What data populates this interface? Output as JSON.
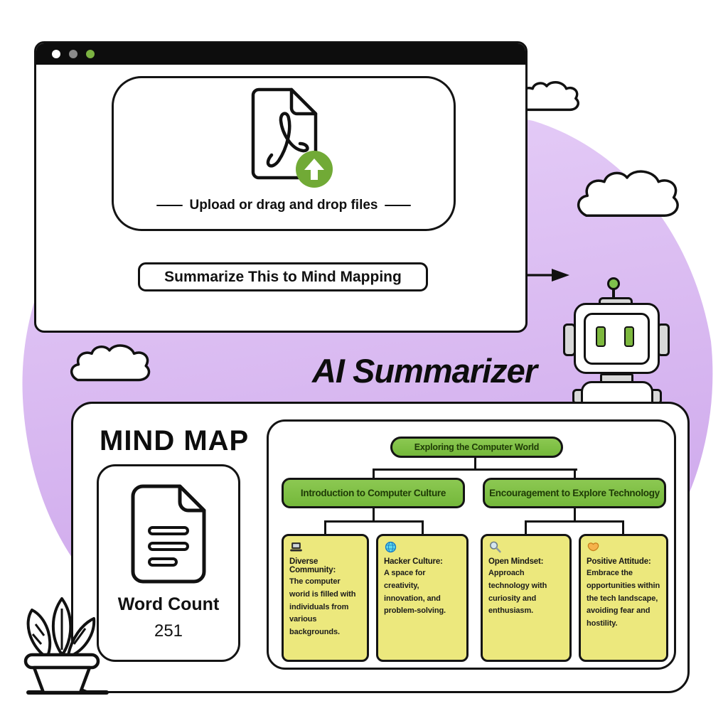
{
  "colors": {
    "blob_purple_light": "#e7d0f8",
    "blob_purple_dark": "#cda6eb",
    "node_green": "#7fc143",
    "leaf_yellow": "#ece87d",
    "accent_green": "#71aa36",
    "titlebar_black": "#0d0d0d",
    "dot_colors": [
      "#ffffff",
      "#8a8a8a",
      "#7cb342"
    ]
  },
  "browser": {
    "window_dots": [
      "white",
      "gray",
      "green"
    ],
    "upload_icon": "pdf-upload-icon",
    "upload_label": "Upload or drag and drop files",
    "button_label": "Summarize This to Mind Mapping"
  },
  "hero": {
    "title": "AI Summarizer",
    "mascot": "robot-icon"
  },
  "panel": {
    "heading": "MIND MAP",
    "word_count": {
      "icon": "document-icon",
      "label": "Word Count",
      "value": "251"
    },
    "tree": {
      "root": "Exploring the Computer World",
      "branches": [
        {
          "label": "Introduction to Computer Culture",
          "children": [
            {
              "icon": "laptop-icon",
              "title": "Diverse Community:",
              "body": "The computer worid is filled with individuals from various backgrounds."
            },
            {
              "icon": "globe-icon",
              "title": "Hacker Culture:",
              "body": "A space for creativity, innovation, and problem-solving."
            }
          ]
        },
        {
          "label": "Encouragement to Explore Technology",
          "children": [
            {
              "icon": "magnifier-icon",
              "title": "Open Mindset:",
              "body": "Approach technology with curiosity and enthusiasm."
            },
            {
              "icon": "orange-heart-icon",
              "title": "Positive Attitude:",
              "body": "Embrace the opportunities within the tech landscape, avoiding fear and hostility."
            }
          ]
        }
      ]
    }
  },
  "decor": {
    "clouds": 3,
    "plant": "potted-plant"
  }
}
